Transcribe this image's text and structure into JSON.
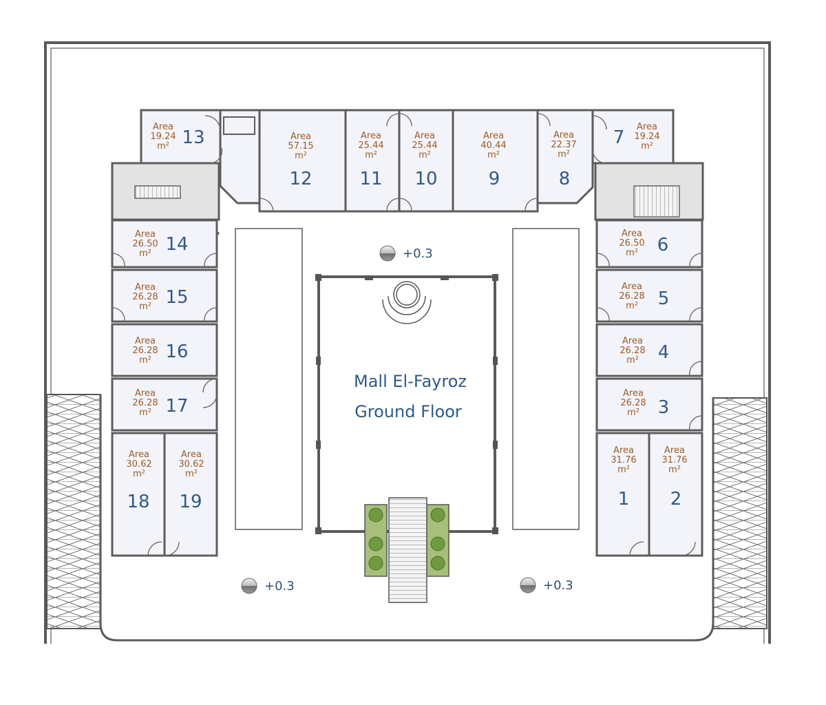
{
  "title": {
    "line1": "Mall  El-Fayroz",
    "line2": "Ground Floor"
  },
  "area_label": "Area",
  "unit": "m²",
  "level_marker": "+0.3",
  "colors": {
    "room_fill": "#f3f4fa",
    "wall": "#5c5c5c",
    "shop_number": "#2f5a87",
    "area_text": "#9a5a26",
    "planter": "#7aa04a"
  },
  "shops": [
    {
      "number": "1",
      "area": "31.76"
    },
    {
      "number": "2",
      "area": "31.76"
    },
    {
      "number": "3",
      "area": "26.28"
    },
    {
      "number": "4",
      "area": "26.28"
    },
    {
      "number": "5",
      "area": "26.28"
    },
    {
      "number": "6",
      "area": "26.50"
    },
    {
      "number": "7",
      "area": "19.24"
    },
    {
      "number": "8",
      "area": "22.37"
    },
    {
      "number": "9",
      "area": "40.44"
    },
    {
      "number": "10",
      "area": "25.44"
    },
    {
      "number": "11",
      "area": "25.44"
    },
    {
      "number": "12",
      "area": "57.15"
    },
    {
      "number": "13",
      "area": "19.24"
    },
    {
      "number": "14",
      "area": "26.50"
    },
    {
      "number": "15",
      "area": "26.28"
    },
    {
      "number": "16",
      "area": "26.28"
    },
    {
      "number": "17",
      "area": "26.28"
    },
    {
      "number": "18",
      "area": "30.62"
    },
    {
      "number": "19",
      "area": "30.62"
    }
  ]
}
